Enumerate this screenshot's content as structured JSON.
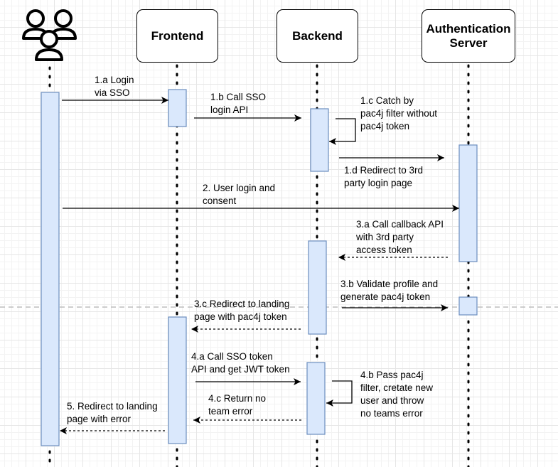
{
  "participants": {
    "users": {
      "icon": "users-icon"
    },
    "frontend": "Frontend",
    "backend": "Backend",
    "auth_server": [
      "Authentication",
      "Server"
    ]
  },
  "messages": [
    {
      "id": "m1a",
      "lines": [
        "1.a Login",
        "via SSO"
      ],
      "style": "solid"
    },
    {
      "id": "m1b",
      "lines": [
        "1.b Call SSO",
        "login API"
      ],
      "style": "solid"
    },
    {
      "id": "m1c",
      "lines": [
        "1.c Catch by",
        "pac4j filter without",
        "pac4j token"
      ],
      "style": "solid-self"
    },
    {
      "id": "m1d",
      "lines": [
        "1.d Redirect to 3rd",
        "party login page"
      ],
      "style": "solid"
    },
    {
      "id": "m2",
      "lines": [
        "2. User login and",
        "consent"
      ],
      "style": "solid"
    },
    {
      "id": "m3a",
      "lines": [
        "3.a Call callback API",
        "with 3rd party",
        "access token"
      ],
      "style": "dashed"
    },
    {
      "id": "m3b",
      "lines": [
        "3.b Validate profile and",
        "generate pac4j token"
      ],
      "style": "solid"
    },
    {
      "id": "m3c",
      "lines": [
        "3.c Redirect to landing",
        "page with pac4j token"
      ],
      "style": "dashed"
    },
    {
      "id": "m4a",
      "lines": [
        "4.a Call SSO token",
        "API and get JWT token"
      ],
      "style": "solid"
    },
    {
      "id": "m4b",
      "lines": [
        "4.b Pass pac4j",
        "filter, cretate new",
        "user and throw",
        "no teams error"
      ],
      "style": "solid-self"
    },
    {
      "id": "m4c",
      "lines": [
        "4.c Return no",
        "team error"
      ],
      "style": "dashed"
    },
    {
      "id": "m5",
      "lines": [
        "5. Redirect to landing",
        "page with error"
      ],
      "style": "dashed"
    }
  ],
  "colors": {
    "activation_fill": "#dae8fc",
    "activation_stroke": "#6c8ebf",
    "line": "#000000",
    "separator": "#bdbdbd"
  }
}
